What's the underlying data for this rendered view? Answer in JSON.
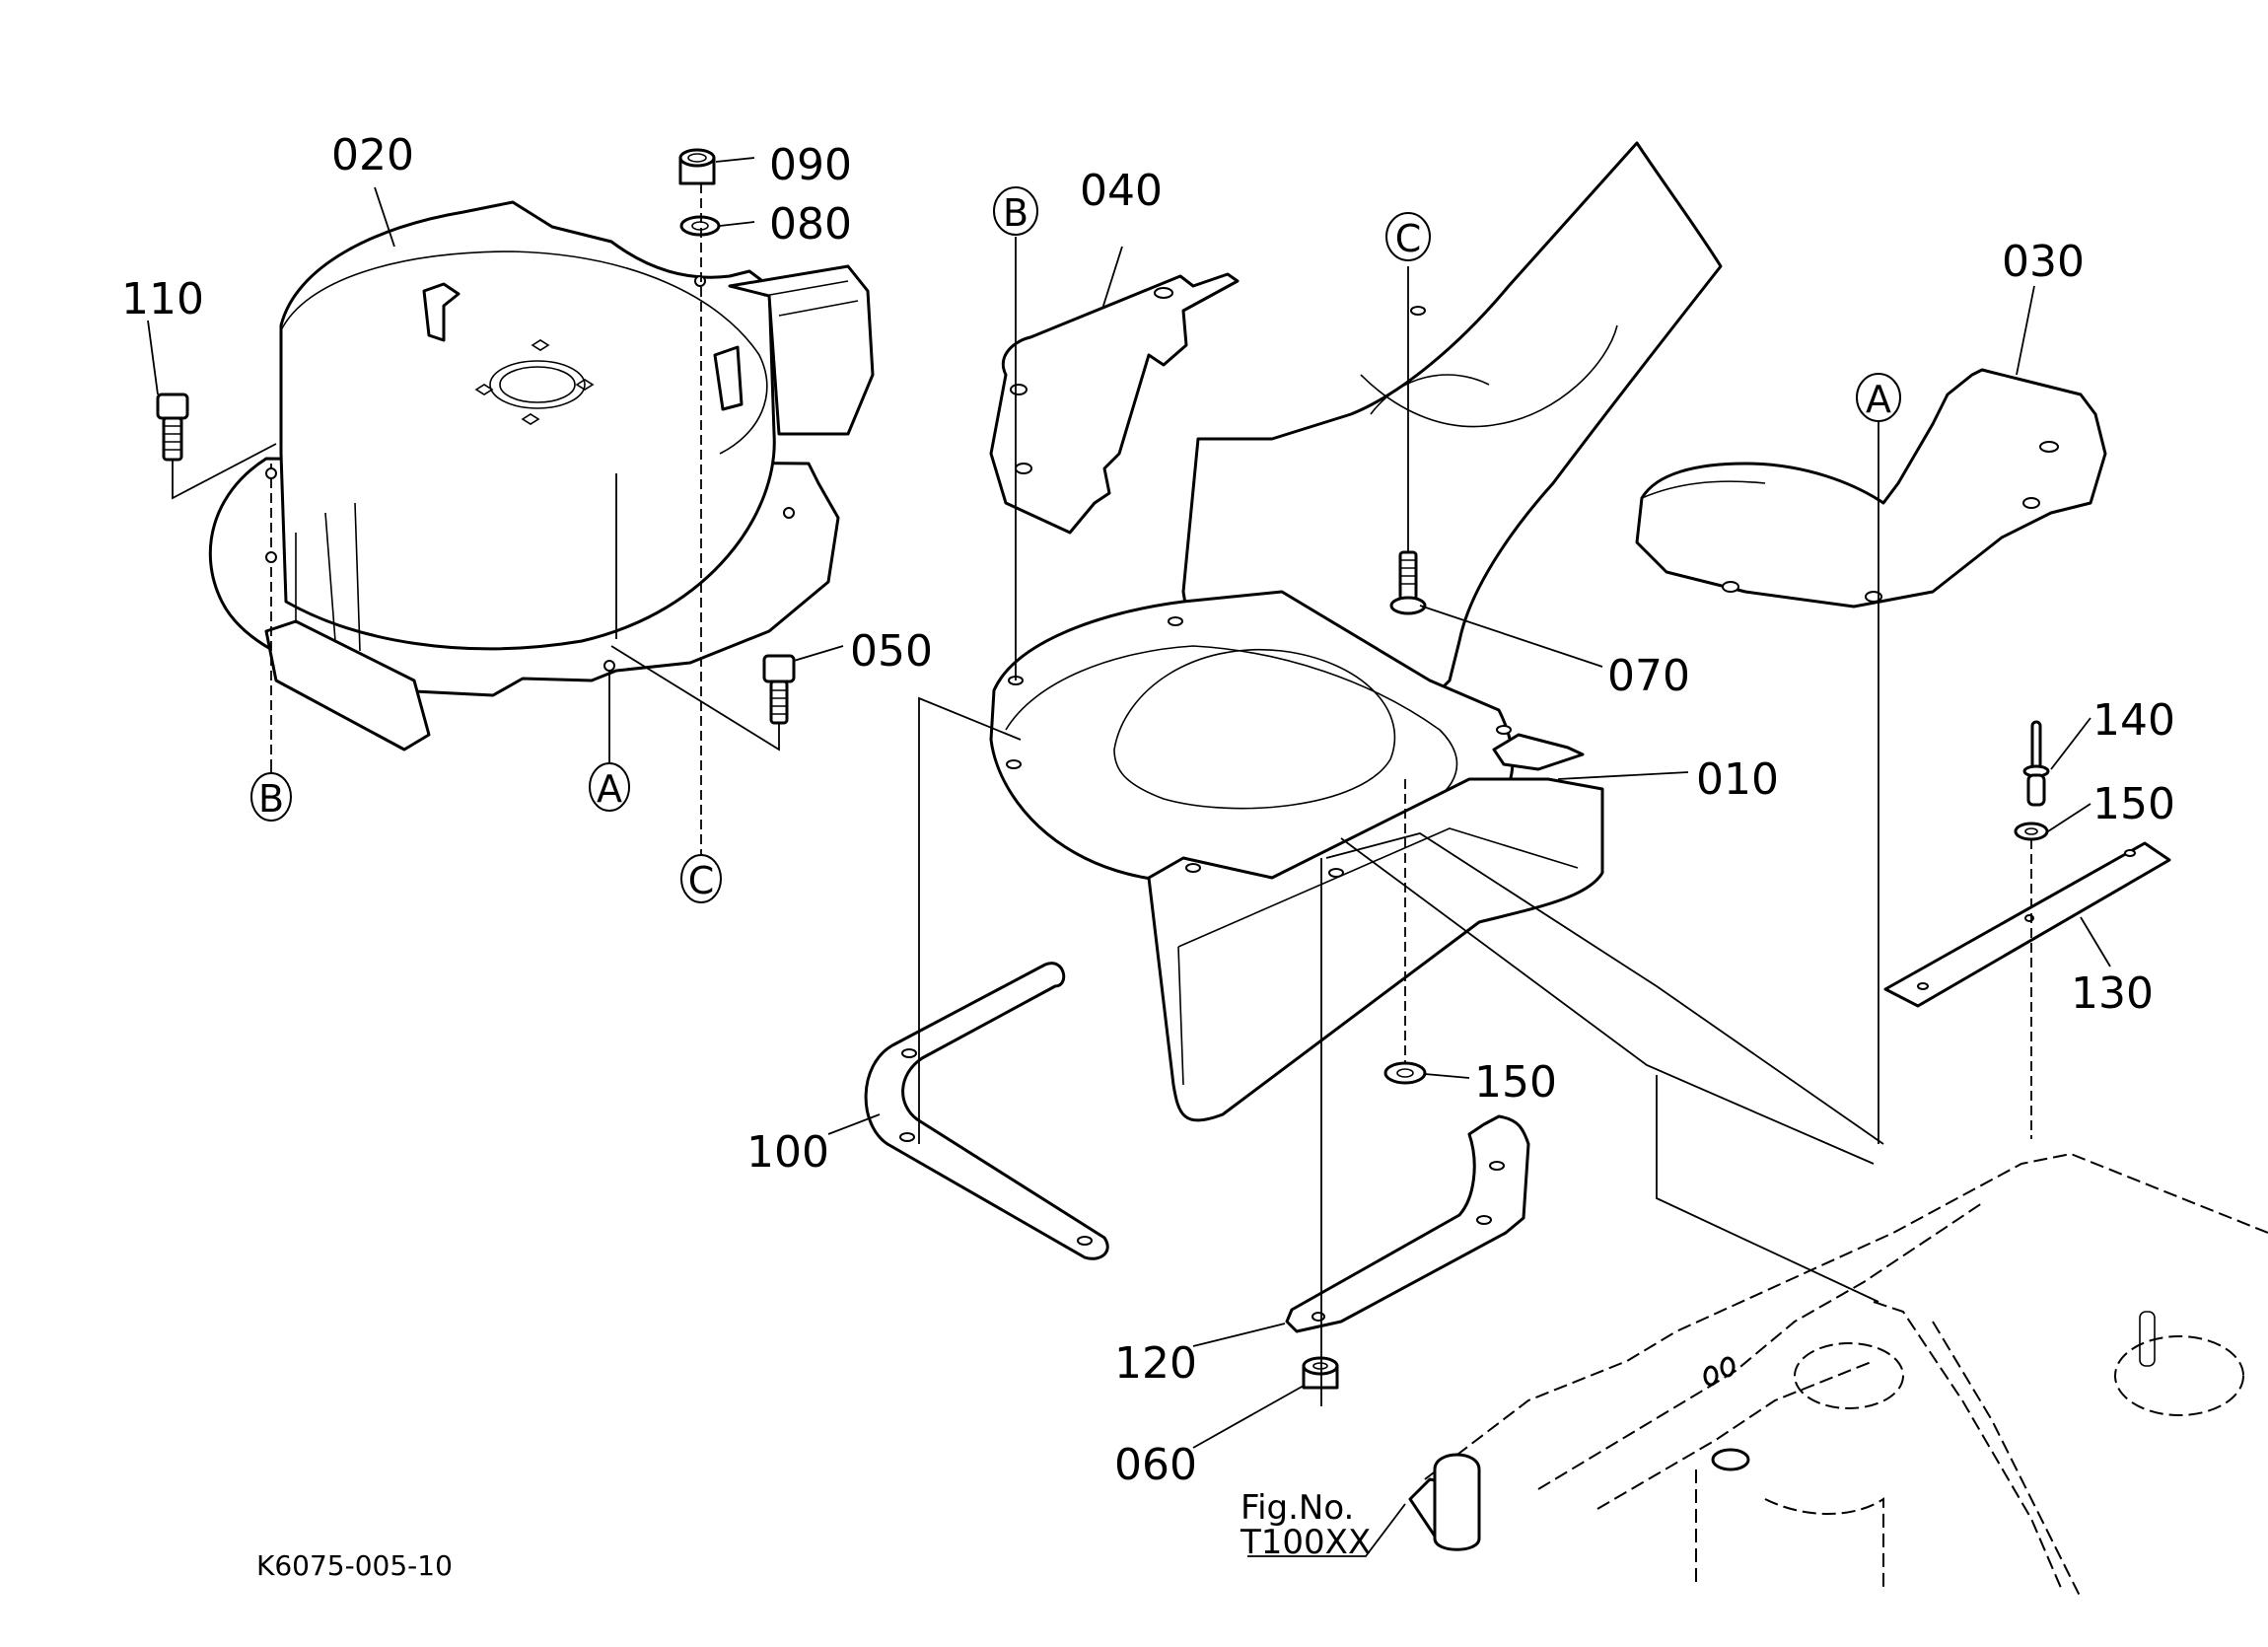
{
  "diagram": {
    "type": "exploded-parts-diagram",
    "drawing_code": "K6075-005-10",
    "reference": {
      "line1": "Fig.No.",
      "line2": "T100XX"
    },
    "part_labels": {
      "p010": "010",
      "p020": "020",
      "p030": "030",
      "p040": "040",
      "p050": "050",
      "p060": "060",
      "p070": "070",
      "p080": "080",
      "p090": "090",
      "p100": "100",
      "p110": "110",
      "p120": "120",
      "p130": "130",
      "p140": "140",
      "p150a": "150",
      "p150b": "150"
    },
    "ref_markers": {
      "b_left": "B",
      "a_left": "A",
      "c_left": "C",
      "b_right": "B",
      "c_right": "C",
      "a_right": "A"
    },
    "parts": [
      {
        "number": "010",
        "description": "discharge chute base"
      },
      {
        "number": "020",
        "description": "blower housing"
      },
      {
        "number": "030",
        "description": "cover plate"
      },
      {
        "number": "040",
        "description": "cover plate"
      },
      {
        "number": "050",
        "description": "bolt"
      },
      {
        "number": "060",
        "description": "nut"
      },
      {
        "number": "070",
        "description": "bolt"
      },
      {
        "number": "080",
        "description": "washer"
      },
      {
        "number": "090",
        "description": "nut"
      },
      {
        "number": "100",
        "description": "bracket"
      },
      {
        "number": "110",
        "description": "bolt"
      },
      {
        "number": "120",
        "description": "bracket"
      },
      {
        "number": "130",
        "description": "strip"
      },
      {
        "number": "140",
        "description": "rivet"
      },
      {
        "number": "150",
        "description": "washer"
      }
    ]
  }
}
